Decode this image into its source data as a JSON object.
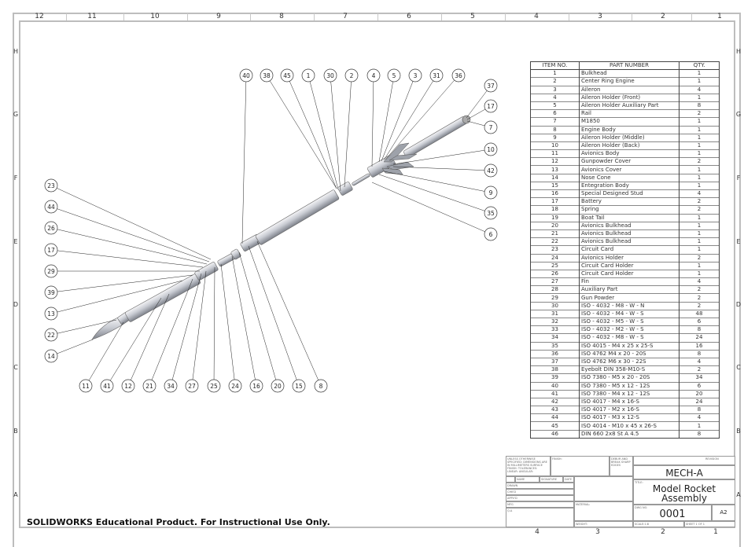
{
  "sheet": {
    "zone_columns": [
      "12",
      "11",
      "10",
      "9",
      "8",
      "7",
      "6",
      "5",
      "4",
      "3",
      "2",
      "1"
    ],
    "zone_rows": [
      "H",
      "G",
      "F",
      "E",
      "D",
      "C",
      "B",
      "A"
    ],
    "bottom_zone_columns": [
      "4",
      "3",
      "2",
      "1"
    ]
  },
  "watermark": "SOLIDWORKS Educational Product. For Instructional Use Only.",
  "bom": {
    "headers": [
      "ITEM NO.",
      "PART NUMBER",
      "QTY."
    ],
    "rows": [
      [
        "1",
        "Bulkhead",
        "1"
      ],
      [
        "2",
        "Center Ring Engine",
        "1"
      ],
      [
        "3",
        "Aileron",
        "4"
      ],
      [
        "4",
        "Aileron Holder (Front)",
        "1"
      ],
      [
        "5",
        "Aileron Holder Auxiliary Part",
        "8"
      ],
      [
        "6",
        "Rail",
        "2"
      ],
      [
        "7",
        "M1850",
        "1"
      ],
      [
        "8",
        "Engine Body",
        "1"
      ],
      [
        "9",
        "Aileron Holder (Middle)",
        "1"
      ],
      [
        "10",
        "Aileron Holder (Back)",
        "1"
      ],
      [
        "11",
        "Avionics Body",
        "1"
      ],
      [
        "12",
        "Gunpowder Cover",
        "2"
      ],
      [
        "13",
        "Avionics Cover",
        "1"
      ],
      [
        "14",
        "Nose Cone",
        "1"
      ],
      [
        "15",
        "Entegration Body",
        "1"
      ],
      [
        "16",
        "Special Designed Stud",
        "4"
      ],
      [
        "17",
        "Battery",
        "2"
      ],
      [
        "18",
        "Spring",
        "2"
      ],
      [
        "19",
        "Boat Tail",
        "1"
      ],
      [
        "20",
        "Avionics Bulkhead",
        "1"
      ],
      [
        "21",
        "Avionics Bulkhead",
        "1"
      ],
      [
        "22",
        "Avionics Bulkhead",
        "1"
      ],
      [
        "23",
        "Circuit Card",
        "1"
      ],
      [
        "24",
        "Avionics Holder",
        "2"
      ],
      [
        "25",
        "Circuit Card Holder",
        "1"
      ],
      [
        "26",
        "Circuit Card Holder",
        "1"
      ],
      [
        "27",
        "Fin",
        "4"
      ],
      [
        "28",
        "Auxiliary Part",
        "2"
      ],
      [
        "29",
        "Gun Powder",
        "2"
      ],
      [
        "30",
        "ISO - 4032 - M8 - W - N",
        "2"
      ],
      [
        "31",
        "ISO - 4032 - M4 - W - S",
        "48"
      ],
      [
        "32",
        "ISO - 4032 - M5 - W - S",
        "6"
      ],
      [
        "33",
        "ISO - 4032 - M2 - W - S",
        "8"
      ],
      [
        "34",
        "ISO - 4032 - M8 - W - S",
        "24"
      ],
      [
        "35",
        "ISO 4015 - M4 x 25 x 25-S",
        "16"
      ],
      [
        "36",
        "ISO 4762 M4 x 20 - 20S",
        "8"
      ],
      [
        "37",
        "ISO 4762 M6 x 30 - 22S",
        "4"
      ],
      [
        "38",
        "Eyebolt DIN 358-M10-S",
        "2"
      ],
      [
        "39",
        "ISO 7380 - M5 x 20 - 20S",
        "34"
      ],
      [
        "40",
        "ISO 7380 - M5 x 12 - 12S",
        "6"
      ],
      [
        "41",
        "ISO 7380 - M4 x 12 - 12S",
        "20"
      ],
      [
        "42",
        "ISO 4017 - M4 x 16-S",
        "24"
      ],
      [
        "43",
        "ISO 4017 - M2 x 16-S",
        "8"
      ],
      [
        "44",
        "ISO 4017 - M3 x 12-S",
        "4"
      ],
      [
        "45",
        "ISO 4014 - M10 x 45 x 26-S",
        "1"
      ],
      [
        "46",
        "DIN 660 2x8 St A 4.5",
        "8"
      ]
    ]
  },
  "balloons": {
    "top": [
      "40",
      "38",
      "45",
      "1",
      "30",
      "2",
      "4",
      "5",
      "3",
      "31",
      "36"
    ],
    "right": [
      "37",
      "17",
      "7",
      "10",
      "42",
      "9",
      "35",
      "6"
    ],
    "left": [
      "23",
      "44",
      "26",
      "17",
      "29",
      "39",
      "13",
      "22",
      "14"
    ],
    "bottom": [
      "11",
      "41",
      "12",
      "21",
      "34",
      "27",
      "25",
      "24",
      "16",
      "20",
      "15",
      "8"
    ]
  },
  "title_block": {
    "notes": "UNLESS OTHERWISE SPECIFIED: DIMENSIONS ARE IN MILLIMETERS SURFACE FINISH: TOLERANCES: LINEAR: ANGULAR:",
    "finish_label": "FINISH:",
    "deburr_label": "DEBUR AND BREAK SHARP EDGES",
    "revision_label": "REVISION",
    "company": "MECH-A",
    "col_name": "NAME",
    "col_signature": "SIGNATURE",
    "col_date": "DATE",
    "drawn": "DRAWN",
    "chkd": "CHK'D",
    "appvd": "APPV'D",
    "mfg": "MFG",
    "qa": "Q.A",
    "material_label": "MATERIAL:",
    "weight_label": "WEIGHT:",
    "title_label": "TITLE:",
    "title_line1": "Model Rocket",
    "title_line2": "Assembly",
    "dwg_no_label": "DWG NO.",
    "dwg_no": "0001",
    "size": "A2",
    "scale": "SCALE:1:8",
    "sheet": "SHEET 1 OF 1"
  }
}
